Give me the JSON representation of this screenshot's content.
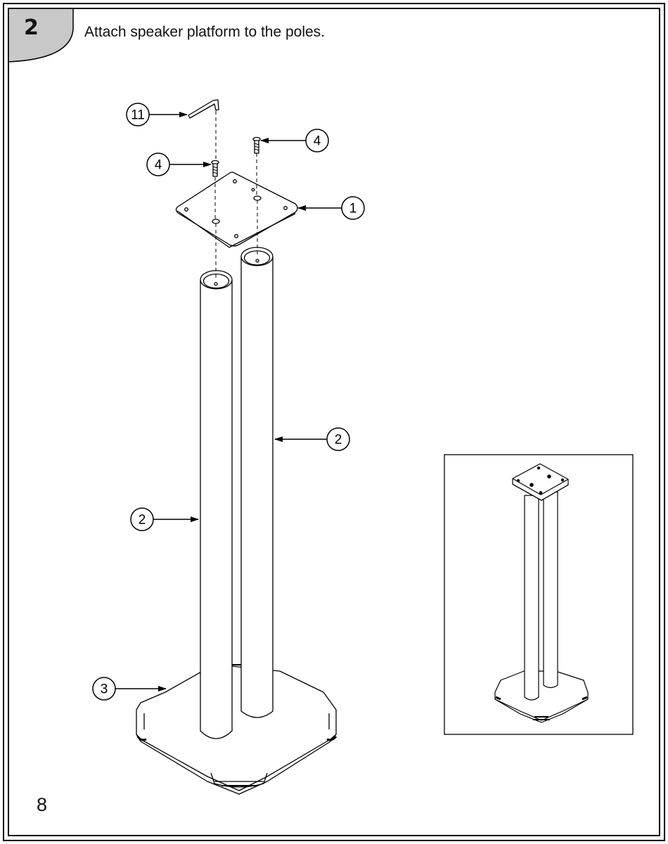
{
  "step": {
    "number": "2",
    "instruction": "Attach speaker platform to the poles."
  },
  "page": {
    "number": "8"
  },
  "callouts": [
    {
      "id": "callout-11",
      "label": "11"
    },
    {
      "id": "callout-4-left",
      "label": "4"
    },
    {
      "id": "callout-4-right",
      "label": "4"
    },
    {
      "id": "callout-1",
      "label": "1"
    },
    {
      "id": "callout-2-right",
      "label": "2"
    },
    {
      "id": "callout-2-left",
      "label": "2"
    },
    {
      "id": "callout-3",
      "label": "3"
    }
  ],
  "colors": {
    "line": "#000000",
    "step_tab": "#c8c8c8",
    "background": "#ffffff"
  }
}
